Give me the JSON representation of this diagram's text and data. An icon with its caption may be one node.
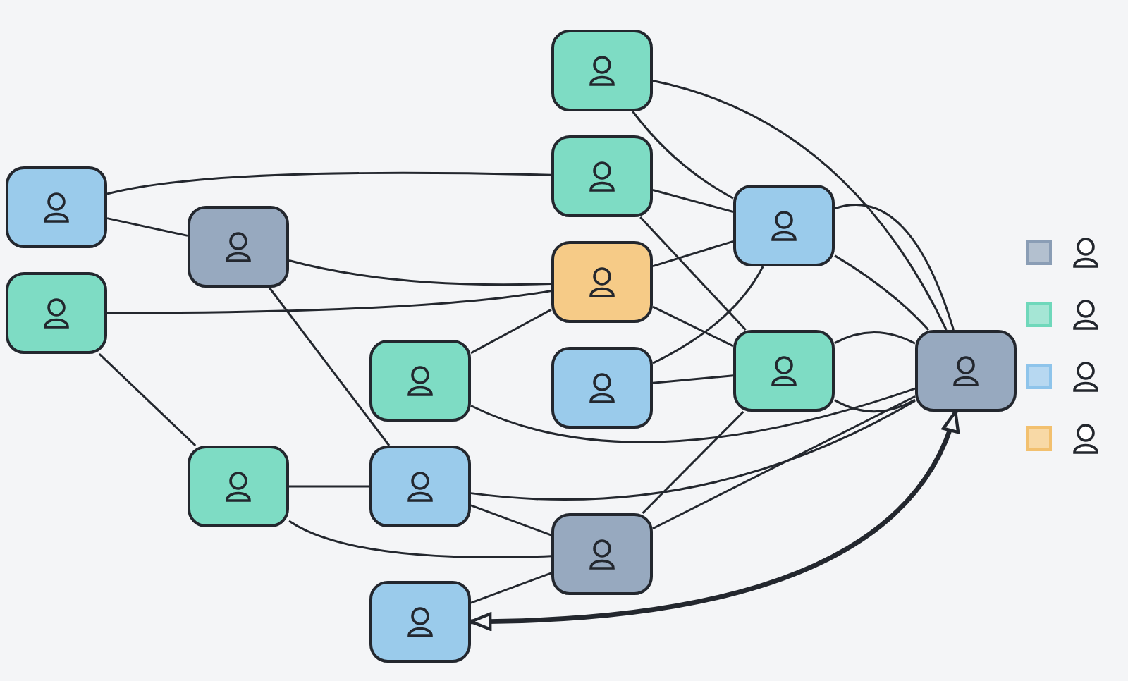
{
  "diagram": {
    "nodes": [
      {
        "text": [],
        "shape": "box"
      },
      {
        "text": [],
        "shape": "box"
      },
      {
        "text": [],
        "shape": "box"
      },
      {
        "text": [],
        "shape": "box"
      },
      {
        "text": [],
        "shape": "box"
      },
      {
        "text": [],
        "shape": "box"
      },
      {
        "text": [],
        "shape": "box"
      },
      {
        "text": [],
        "shape": "box"
      },
      {
        "text": [],
        "shape": "box"
      },
      {
        "text": [],
        "shape": "box"
      },
      {
        "text": [],
        "shape": "box"
      },
      {
        "text": [],
        "shape": "box"
      },
      {
        "text": [],
        "shape": "box"
      },
      {
        "text": [],
        "shape": "box"
      },
      {
        "text": [],
        "shape": "box"
      }
    ],
    "edges": [
      {
        "from": 0,
        "to": 10,
        "arrow": "none"
      },
      {
        "from": 0,
        "to": 4,
        "arrow": "none"
      },
      {
        "from": 1,
        "to": 2,
        "arrow": "none"
      },
      {
        "from": 1,
        "to": 3,
        "arrow": "none"
      },
      {
        "from": 2,
        "to": 4,
        "arrow": "none"
      },
      {
        "from": 2,
        "to": 9,
        "arrow": "none"
      },
      {
        "from": 3,
        "to": 6,
        "arrow": "none"
      },
      {
        "from": 3,
        "to": 12,
        "arrow": "none"
      },
      {
        "from": 4,
        "to": 10,
        "arrow": "none"
      },
      {
        "from": 4,
        "to": 10,
        "arrow": "none"
      },
      {
        "from": 5,
        "to": 6,
        "arrow": "none"
      },
      {
        "from": 5,
        "to": 11,
        "arrow": "none"
      },
      {
        "from": 6,
        "to": 4,
        "arrow": "none"
      },
      {
        "from": 6,
        "to": 9,
        "arrow": "none"
      },
      {
        "from": 7,
        "to": 6,
        "arrow": "none"
      },
      {
        "from": 7,
        "to": 10,
        "arrow": "none"
      },
      {
        "from": 8,
        "to": 4,
        "arrow": "none"
      },
      {
        "from": 8,
        "to": 9,
        "arrow": "none"
      },
      {
        "from": 9,
        "to": 10,
        "arrow": "none"
      },
      {
        "from": 9,
        "to": 10,
        "arrow": "none"
      },
      {
        "from": 11,
        "to": 12,
        "arrow": "none"
      },
      {
        "from": 11,
        "to": 13,
        "arrow": "none"
      },
      {
        "from": 12,
        "to": 13,
        "arrow": "none"
      },
      {
        "from": 12,
        "to": 10,
        "arrow": "none"
      },
      {
        "from": 13,
        "to": 9,
        "arrow": "none"
      },
      {
        "from": 13,
        "to": 10,
        "arrow": "none"
      },
      {
        "from": 13,
        "to": 14,
        "arrow": "none"
      },
      {
        "from": 14,
        "to": 10,
        "arrow": "both",
        "style": "thick"
      }
    ]
  }
}
